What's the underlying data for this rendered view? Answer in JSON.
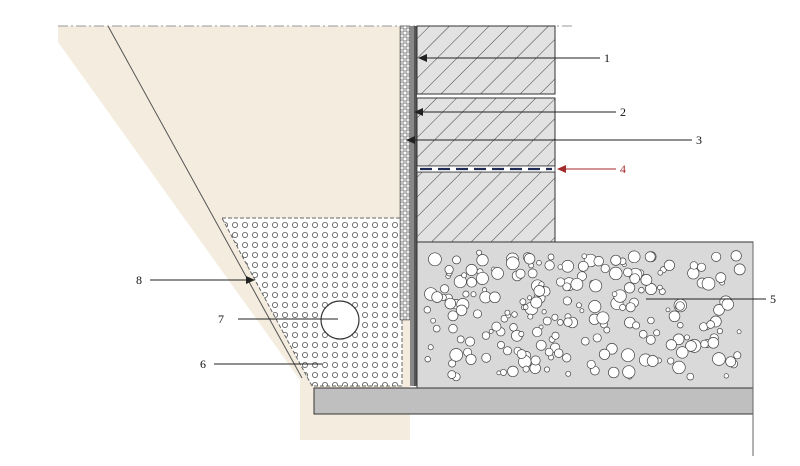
{
  "colors": {
    "soil": "#f4eddf",
    "block_fill": "#dcdcdc",
    "concrete_fill": "#d9d9d9",
    "slab_fill": "#bfbfbf",
    "line": "#222222",
    "callout_4": "#a32a2a"
  },
  "callouts": [
    {
      "label": "1"
    },
    {
      "label": "2"
    },
    {
      "label": "3"
    },
    {
      "label": "4"
    },
    {
      "label": "5"
    },
    {
      "label": "6"
    },
    {
      "label": "7"
    },
    {
      "label": "8"
    }
  ]
}
